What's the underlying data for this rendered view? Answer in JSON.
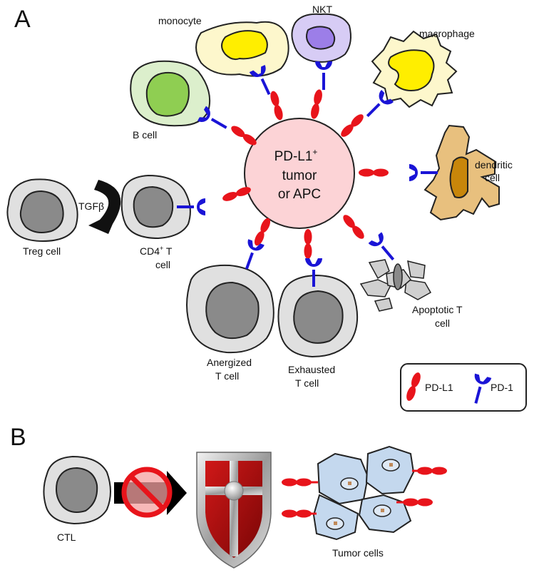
{
  "panel_a": {
    "label": "A",
    "center": {
      "line1": "PD-L1",
      "sup": "+",
      "line2": "tumor",
      "line3": "or APC"
    },
    "cells": {
      "monocyte": "monocyte",
      "nkt": "NKT",
      "macrophage": "macrophage",
      "b_cell": "B cell",
      "dendritic_line1": "dendritic",
      "dendritic_line2": "cell",
      "treg": "Treg cell",
      "cd4_line1": "CD4",
      "cd4_sup": "+",
      "cd4_line1_tail": " T",
      "cd4_line2": "cell",
      "anergized_line1": "Anergized",
      "anergized_line2": "T cell",
      "exhausted_line1": "Exhausted",
      "exhausted_line2": "T cell",
      "apoptotic_line1": "Apoptotic T",
      "apoptotic_line2": "cell"
    },
    "tgf_label": "TGFβ",
    "legend": {
      "pdl1": "PD-L1",
      "pd1": "PD-1"
    }
  },
  "panel_b": {
    "label": "B",
    "ctl": "CTL",
    "tumor_cells": "Tumor  cells"
  },
  "colors": {
    "pdl1_red": "#e8141b",
    "pd1_blue": "#1a14d6",
    "tumor_pink": "#fcd3d6",
    "b_cell_green": "#8fce52",
    "monocyte_yellow": "#ffee00",
    "nkt_purple": "#9c7ee8",
    "dendritic_tan": "#e8c07e",
    "nucleus_gray": "#8a8a8a",
    "tumor_cell_blue": "#c4d8ee"
  }
}
